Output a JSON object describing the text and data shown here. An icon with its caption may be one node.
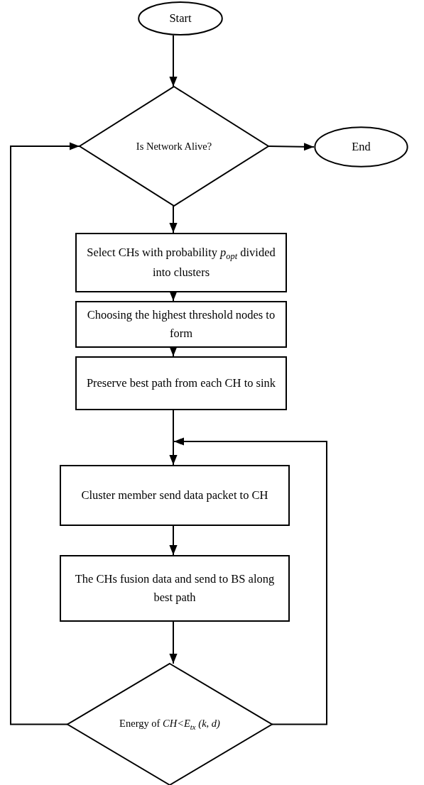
{
  "diagram": {
    "nodes": [
      {
        "text": [
          "Start"
        ]
      },
      {
        "text": [
          "Is Network Alive?"
        ]
      },
      {
        "text": [
          "End"
        ]
      },
      {
        "text": [
          "Select CHs with probability *p*$_{opt}$ divided into clusters"
        ]
      },
      {
        "text": [
          "Choosing the highest threshold nodes to form"
        ]
      },
      {
        "text": [
          "Preserve best path from each CH to sink"
        ]
      },
      {
        "text": [
          "Cluster member send data packet to CH"
        ]
      },
      {
        "text": [
          "The CHs fusion data and send to BS along best path"
        ]
      },
      {
        "text": [
          "Energy of *CH<E*$_{tx}$ *(k, d)*"
        ]
      }
    ],
    "edges": [
      {
        "from": 0,
        "to": 1,
        "arrow": "to"
      },
      {
        "from": 1,
        "to": 2,
        "arrow": "to"
      },
      {
        "from": 1,
        "to": 3,
        "arrow": "to"
      },
      {
        "from": 3,
        "to": 4,
        "arrow": "to"
      },
      {
        "from": 4,
        "to": 5,
        "arrow": "to"
      },
      {
        "from": 5,
        "to": 6,
        "arrow": "to"
      },
      {
        "from": 6,
        "to": 7,
        "arrow": "to"
      },
      {
        "from": 7,
        "to": 8,
        "arrow": "to"
      },
      {
        "from": 8,
        "to": 1,
        "arrow": "to"
      },
      {
        "from": 8,
        "to": 6,
        "arrow": "to"
      }
    ]
  }
}
